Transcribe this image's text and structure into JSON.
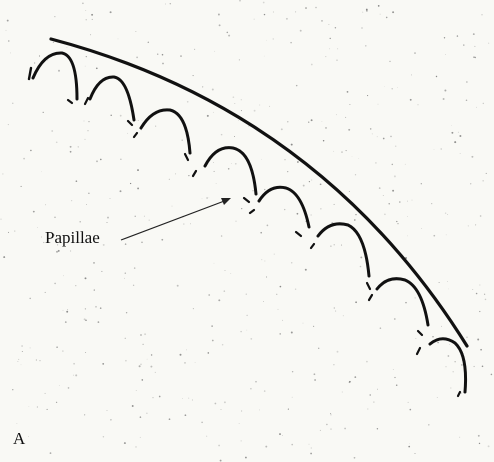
{
  "figure": {
    "callout_label": "Papillae",
    "panel_label": "A"
  },
  "colors": {
    "ink": "#111111",
    "paper": "#f9f9f5",
    "speckle": "#555555"
  },
  "papillae_count": 8
}
